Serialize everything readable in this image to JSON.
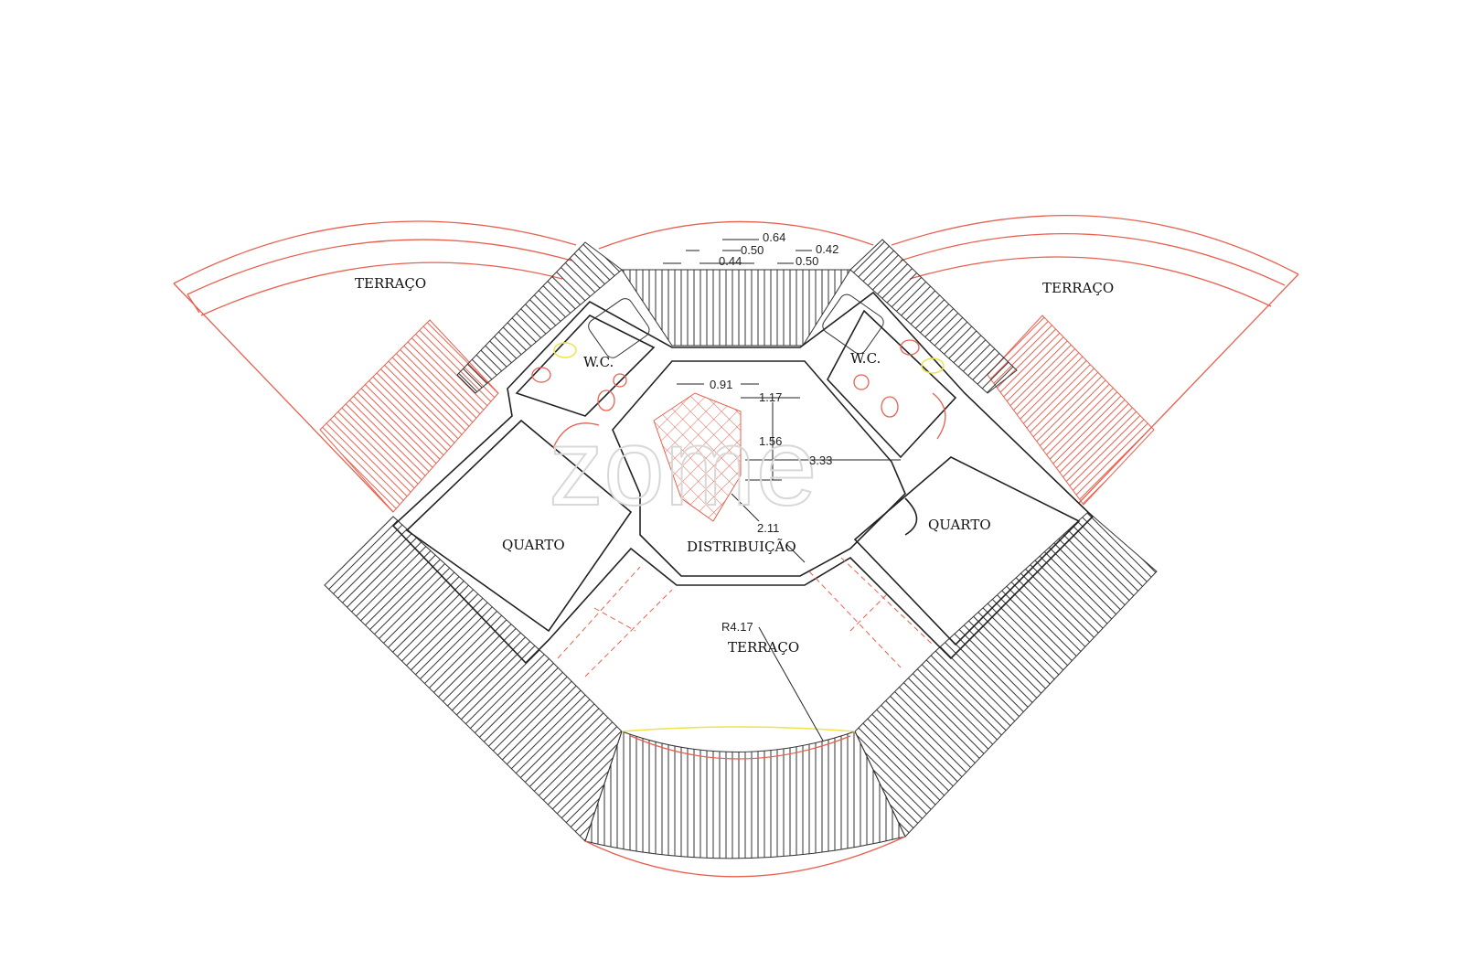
{
  "plan": {
    "rooms": {
      "terrace_left": "TERRAÇO",
      "terrace_right": "TERRAÇO",
      "terrace_bottom": "TERRAÇO",
      "wc_left": "W.C.",
      "wc_right": "W.C.",
      "bedroom_left": "QUARTO",
      "bedroom_right": "QUARTO",
      "hall": "DISTRIBUIÇÃO"
    },
    "dimensions": {
      "d064": "0.64",
      "d050a": "0.50",
      "d042": "0.42",
      "d044": "0.44",
      "d050b": "0.50",
      "d091": "0.91",
      "d117": "1.17",
      "d156": "1.56",
      "d333": "3.33",
      "d211": "2.11",
      "radius": "R4.17"
    },
    "watermark": "zome",
    "colors": {
      "wall": "#222222",
      "red": "#e8614f",
      "yellow": "#eee34a"
    }
  }
}
